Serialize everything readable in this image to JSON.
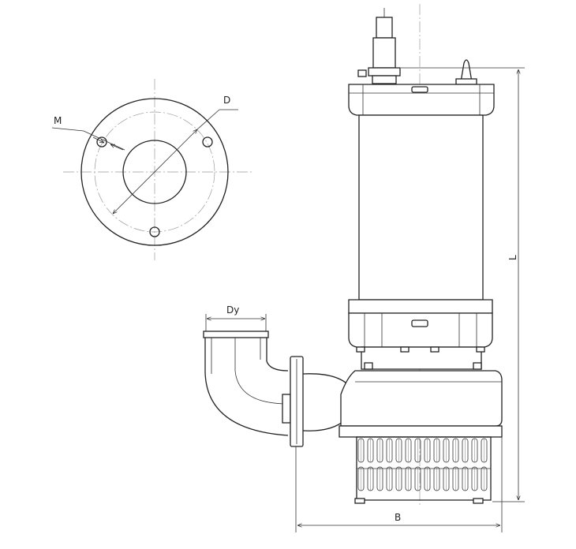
{
  "labels": {
    "bolt_hole": "M",
    "flange_diameter": "D",
    "outlet_diameter": "Dy",
    "overall_length": "L",
    "overall_width": "B"
  },
  "colors": {
    "line": "#222222",
    "centerline": "#9a9a9a",
    "background": "#ffffff"
  }
}
